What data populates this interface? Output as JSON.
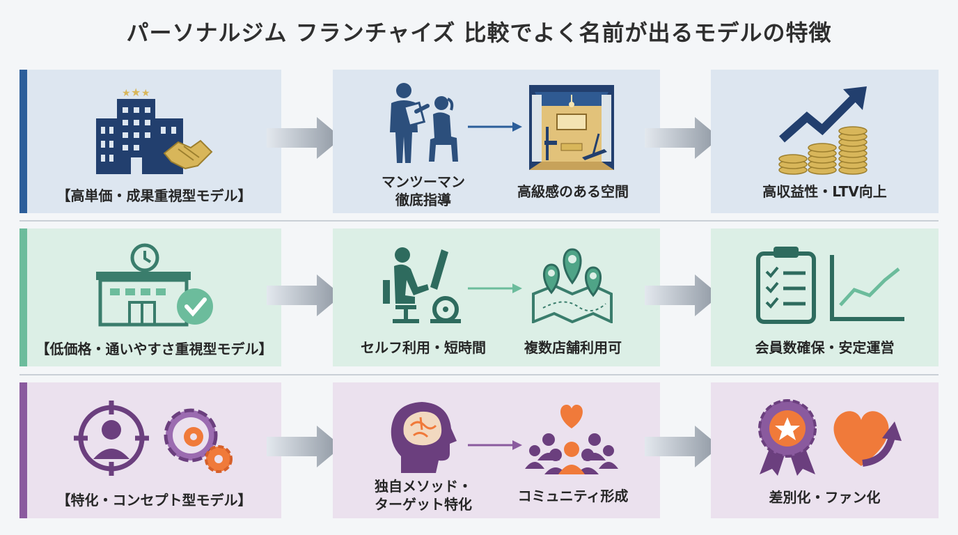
{
  "title": "パーソナルジム フランチャイズ 比較でよく名前が出るモデルの特徴",
  "colors": {
    "navy": "#2c5e9a",
    "teal": "#3f8f7a",
    "purple": "#8a5a9e",
    "orange": "#f07a3a",
    "gold": "#d8b65a"
  },
  "rows": [
    {
      "model": "【高単価・成果重視型モデル】",
      "feature1": [
        "マンツーマン",
        "徹底指導"
      ],
      "feature2": "高級感のある空間",
      "result": "高収益性・LTV向上"
    },
    {
      "model": "【低価格・通いやすさ重視型モデル】",
      "feature1": [
        "セルフ利用・短時間"
      ],
      "feature2": "複数店舗利用可",
      "result": "会員数確保・安定運営"
    },
    {
      "model": "【特化・コンセプト型モデル】",
      "feature1": [
        "独自メソッド・",
        "ターゲット特化"
      ],
      "feature2": "コミュニティ形成",
      "result": "差別化・ファン化"
    }
  ]
}
